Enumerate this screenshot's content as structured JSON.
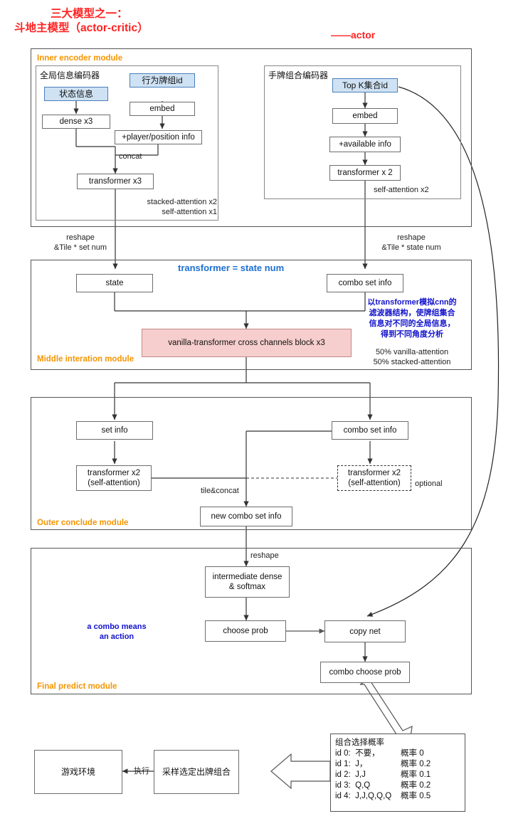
{
  "title": {
    "line1": "三大模型之一：",
    "line2": "斗地主模型（actor-critic）",
    "actor_tag": "——actor",
    "color": "#ff2222"
  },
  "modules": {
    "inner": {
      "label": "Inner encoder module",
      "left_sub_title": "全局信息编码器",
      "right_sub_title": "手牌组合编码器",
      "nodes": {
        "state_info": "状态信息",
        "action_card_id": "行为牌组id",
        "dense": "dense x3",
        "embed_left": "embed",
        "player_pos": "+player/position info",
        "transformer3": "transformer x3",
        "topk": "Top K集合id",
        "embed_right": "embed",
        "available": "+available info",
        "transformer2": "transformer x 2"
      },
      "notes": {
        "concat": "concat",
        "left_attention": "stacked-attention x2\nself-attention x1",
        "right_attention": "self-attention x2"
      }
    },
    "middle": {
      "label": "Middle interation module",
      "nodes": {
        "state": "state",
        "combo_set_info": "combo set info",
        "cross_block": "vanilla-transformer cross channels block x3"
      },
      "notes": {
        "reshape_left": "reshape\n&Tile * set num",
        "reshape_right": "reshape\n&Tile * state num",
        "transformer_state_num": "transformer =  state num",
        "cn_note": "以transformer模拟cnn的\n滤波器结构，使牌组集合\n信息对不同的全局信息，\n得到不同角度分析",
        "attention_split": "50% vanilla-attention\n50% stacked-attention"
      }
    },
    "outer": {
      "label": "Outer conclude module",
      "nodes": {
        "set_info": "set info",
        "combo_set_info": "combo set info",
        "transformer_left": "transformer x2\n(self-attention)",
        "transformer_right": "transformer x2\n(self-attention)",
        "new_combo_set_info": "new combo set info"
      },
      "notes": {
        "optional": "optional",
        "tile_concat": "tile&concat"
      }
    },
    "final": {
      "label": "Final predict module",
      "nodes": {
        "intermediate": "intermediate dense\n& softmax",
        "choose_prob": "choose prob",
        "copy_net": "copy net",
        "combo_choose_prob": "combo choose prob"
      },
      "notes": {
        "reshape": "reshape",
        "combo_action": "a combo means\nan action"
      }
    }
  },
  "bottom": {
    "game_env": "游戏环境",
    "sample_select": "采样选定出牌组合",
    "execute": "执行",
    "prob_box": {
      "title": "组合选择概率",
      "rows": [
        {
          "id": "id 0:  不要，",
          "prob": "概率 0"
        },
        {
          "id": "id 1:  J，",
          "prob": "概率 0.2"
        },
        {
          "id": "id 2:  J,J",
          "prob": "概率 0.1"
        },
        {
          "id": "id 3:  Q,Q",
          "prob": "概率 0.2"
        },
        {
          "id": "id 4:  J,J,Q,Q,Q",
          "prob": "概率 0.5"
        }
      ]
    }
  }
}
